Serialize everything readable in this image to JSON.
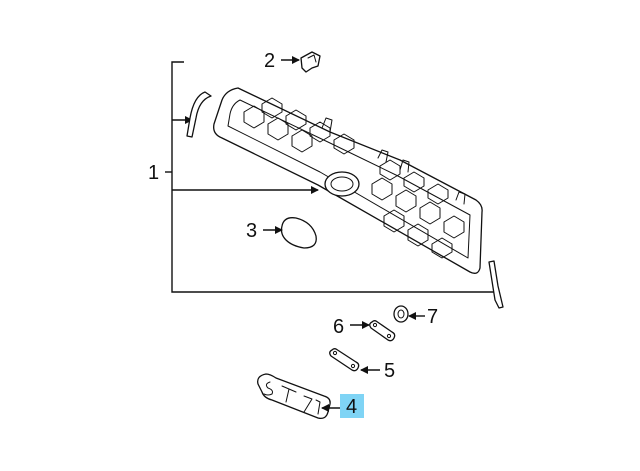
{
  "diagram": {
    "callouts": {
      "c1": "1",
      "c2": "2",
      "c3": "3",
      "c4": "4",
      "c5": "5",
      "c6": "6",
      "c7": "7"
    },
    "highlight_color": "#7fd4f5",
    "line_color": "#111111"
  }
}
